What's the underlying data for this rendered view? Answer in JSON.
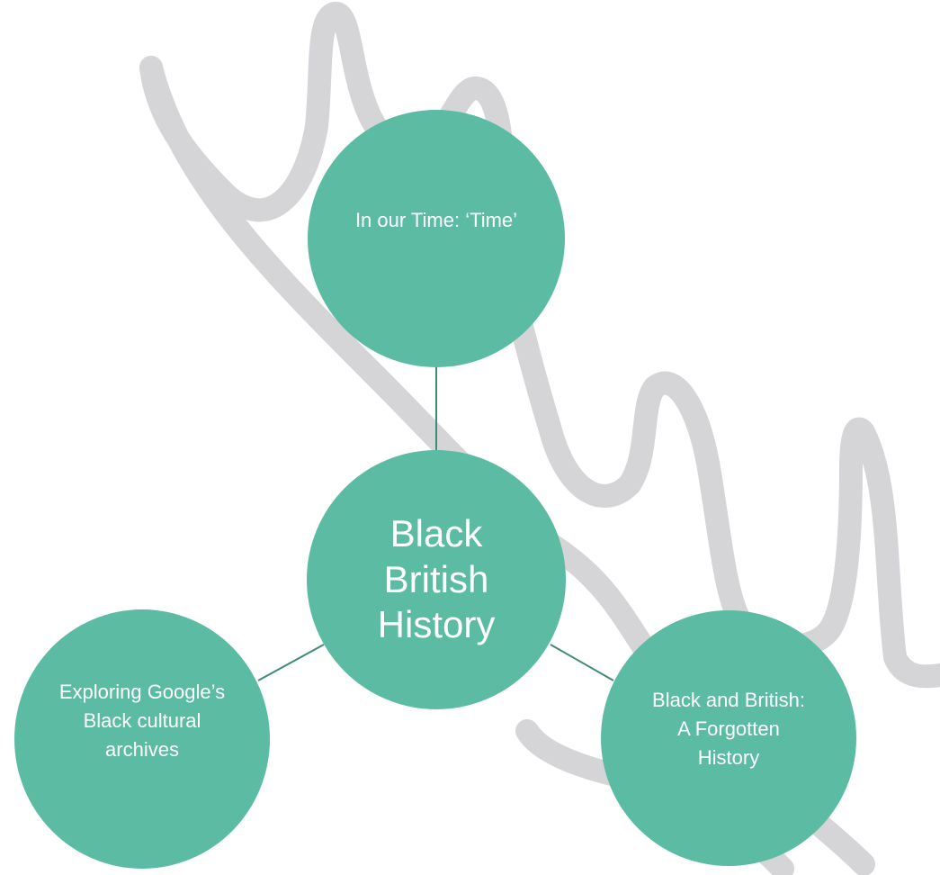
{
  "colors": {
    "node_fill": "#5bbca3",
    "node_text": "#ffffff",
    "connector": "#3f8b78",
    "background_scribble": "#d5d5d7"
  },
  "diagram": {
    "center": {
      "label": "Black British History"
    },
    "nodes": [
      {
        "id": "top",
        "label": "In our Time: ‘Time’"
      },
      {
        "id": "left",
        "label": "Exploring Google’s Black cultural archives"
      },
      {
        "id": "right",
        "label": "Black and British: A Forgotten History"
      }
    ]
  }
}
